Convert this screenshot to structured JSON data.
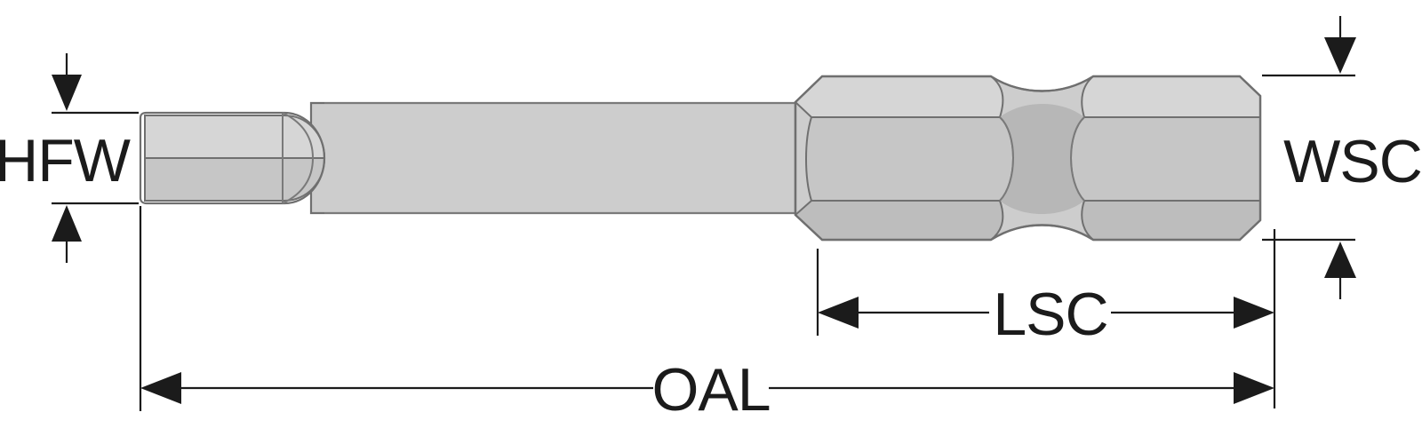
{
  "labels": {
    "hfw": "HFW",
    "wsc": "WSC",
    "lsc": "LSC",
    "oal": "OAL"
  },
  "colors": {
    "line": "#1b1b1b",
    "bit_fill": "#cdcdcd",
    "bit_outline": "#6f6f6f"
  }
}
